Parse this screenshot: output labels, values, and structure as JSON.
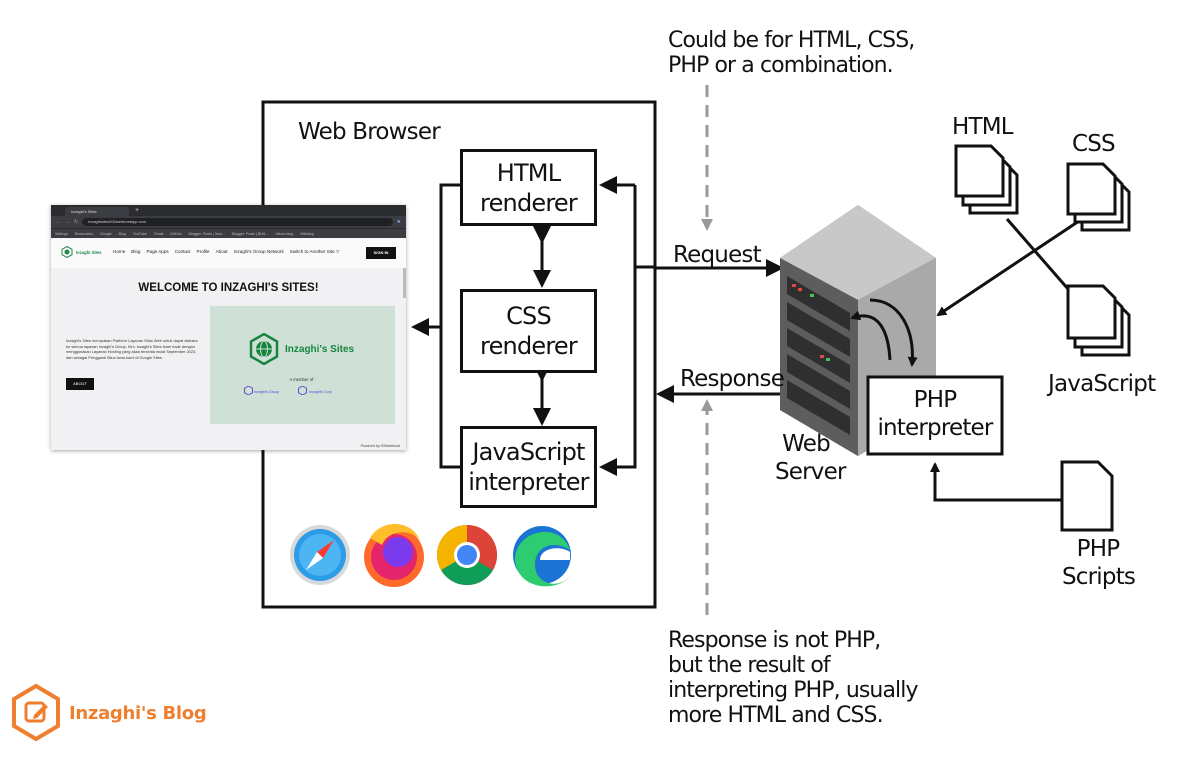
{
  "diagram": {
    "browser_label": "Web Browser",
    "renderers": {
      "html": [
        "HTML",
        "renderer"
      ],
      "css": [
        "CSS",
        "renderer"
      ],
      "js": [
        "JavaScript",
        "interpreter"
      ]
    },
    "request_label": "Request",
    "response_label": "Response",
    "server_label": [
      "Web",
      "Server"
    ],
    "php_interpreter": [
      "PHP",
      "interpreter"
    ],
    "files": {
      "html": "HTML",
      "css": "CSS",
      "javascript": "JavaScript",
      "php_scripts": [
        "PHP",
        "Scripts"
      ]
    },
    "top_note": [
      "Could be for HTML, CSS,",
      "PHP or a combination."
    ],
    "bottom_note": [
      "Response is not PHP,",
      "but the result of",
      "interpreting PHP, usually",
      "more HTML and CSS."
    ],
    "browser_icons": [
      "safari-icon",
      "firefox-icon",
      "chrome-icon",
      "edge-icon"
    ]
  },
  "screenshot": {
    "tab_title": "Inzaghi's Sites",
    "url": "inzaghisites000webhostapp.com",
    "bookmarks": [
      "Settings",
      "Bookmarks",
      "Google",
      "Blog",
      "YouTube",
      "Gmail",
      "GitHub",
      "Blogger: Posts | Inza...",
      "Blogger: Posts | BHA...",
      "Yahoo blog",
      "Wikiblog"
    ],
    "logo_text": "Inzaghi Sites",
    "nav": [
      "Home",
      "Blog",
      "Page Apps",
      "Contact",
      "Profile",
      "About",
      "Inzaghi's Group Network",
      "Switch to Another Site ▽"
    ],
    "sign_in": "SIGN IN",
    "welcome": "WELCOME TO INZAGHI'S SITES!",
    "description": "Inzaghi's Sites merupakan Platform Layanan Situs Web untuk dapat diakses ke semua layanan Inzaghi's Group. Kini, Inzaghi's Sites telah hadir dengan menggunakan Layanan Hosting yang akan tersedia mulai September 2023, dan sebagai Pengganti Situs lama kami di Google Sites.",
    "about_button": "ABOUT",
    "hero_title": "Inzaghi's Sites",
    "member_text": "A member of :",
    "member_1": "Inzaghi's Group",
    "member_2": "Inzaghi's Corp",
    "footer": "Powered by 000webhost"
  },
  "brand": {
    "name": "Inzaghi's Blog",
    "color": "#ef7f2f"
  }
}
